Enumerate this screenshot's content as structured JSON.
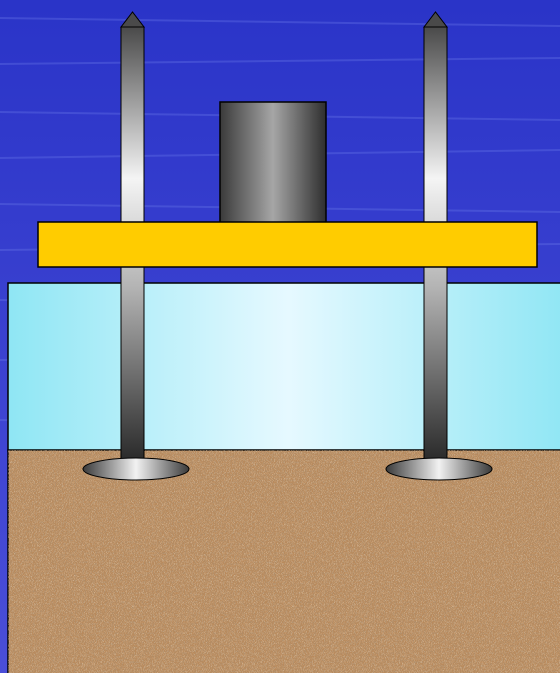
{
  "scene": {
    "background_top_color": "#2a34c8",
    "background_bottom_color": "#4a4ed8",
    "water_color_edge": "#8fe6f4",
    "water_color_center": "#e6f9ff",
    "soil_color": "#b98a5c",
    "soil_dark_color": "#6b4426",
    "platform_color": "#ffcc00",
    "platform_outline_color": "#000000",
    "metal_dark_color": "#2e2e2e",
    "metal_light_color": "#f2f2f2"
  },
  "components": {
    "platform": {
      "name": "yellow-platform"
    },
    "weight": {
      "name": "cylindrical-weight"
    },
    "piles": [
      {
        "name": "left-pile"
      },
      {
        "name": "right-pile"
      }
    ],
    "anchors": [
      {
        "name": "left-anchor-plate"
      },
      {
        "name": "right-anchor-plate"
      }
    ],
    "water": {
      "name": "water-layer"
    },
    "soil": {
      "name": "soil-bed"
    }
  }
}
